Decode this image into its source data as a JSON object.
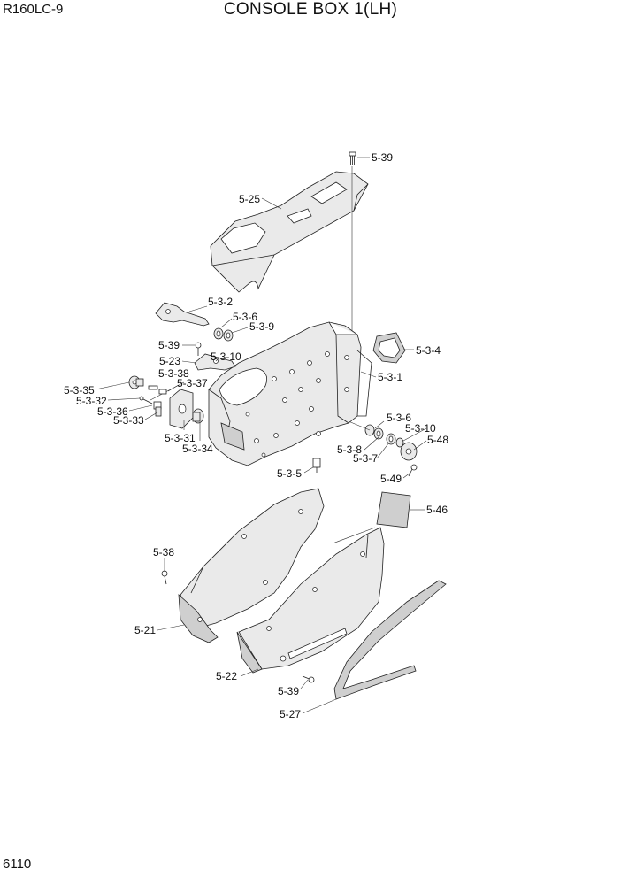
{
  "header": {
    "model": "R160LC-9",
    "title": "CONSOLE BOX 1(LH)"
  },
  "footer": {
    "page_number": "6110"
  },
  "labels": {
    "p5_39_top": "5-39",
    "p5_25": "5-25",
    "p5_3_2": "5-3-2",
    "p5_3_6_a": "5-3-6",
    "p5_3_9": "5-3-9",
    "p5_39_mid": "5-39",
    "p5_3_10_a": "5-3-10",
    "p5_23": "5-23",
    "p5_3_38": "5-3-38",
    "p5_3_37": "5-3-37",
    "p5_3_35": "5-3-35",
    "p5_3_32": "5-3-32",
    "p5_3_36": "5-3-36",
    "p5_3_33": "5-3-33",
    "p5_3_31": "5-3-31",
    "p5_3_34": "5-3-34",
    "p5_3_4": "5-3-4",
    "p5_3_1": "5-3-1",
    "p5_3_6_b": "5-3-6",
    "p5_3_10_b": "5-3-10",
    "p5_48": "5-48",
    "p5_3_8": "5-3-8",
    "p5_3_7": "5-3-7",
    "p5_49": "5-49",
    "p5_3_5": "5-3-5",
    "p5_46": "5-46",
    "p5_38": "5-38",
    "p5_21": "5-21",
    "p5_22": "5-22",
    "p5_39_bot": "5-39",
    "p5_27": "5-27"
  }
}
